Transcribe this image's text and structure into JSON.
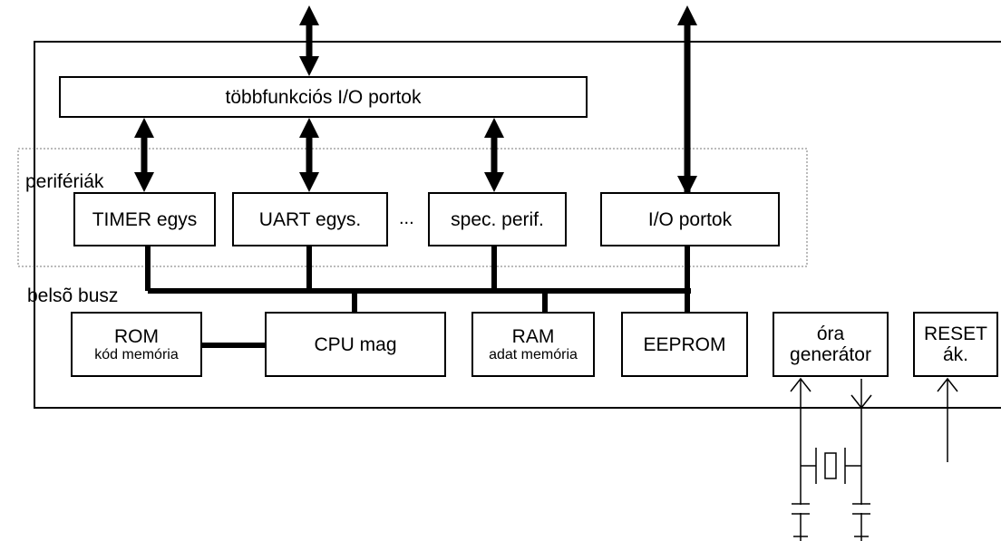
{
  "diagram": {
    "io_ports_multi": "többfunkciós I/O portok",
    "peripherals_label": "perifériák",
    "timer": "TIMER egys",
    "uart": "UART egys.",
    "ellipsis": "...",
    "spec_perif": "spec. perif.",
    "io_ports": "I/O portok",
    "internal_bus_label": "belsõ busz",
    "rom_title": "ROM",
    "rom_sub": "kód memória",
    "cpu": "CPU mag",
    "ram_title": "RAM",
    "ram_sub": "adat memória",
    "eeprom": "EEPROM",
    "clock_line1": "óra",
    "clock_line2": "generátor",
    "reset_line1": "RESET",
    "reset_line2": "ák."
  }
}
